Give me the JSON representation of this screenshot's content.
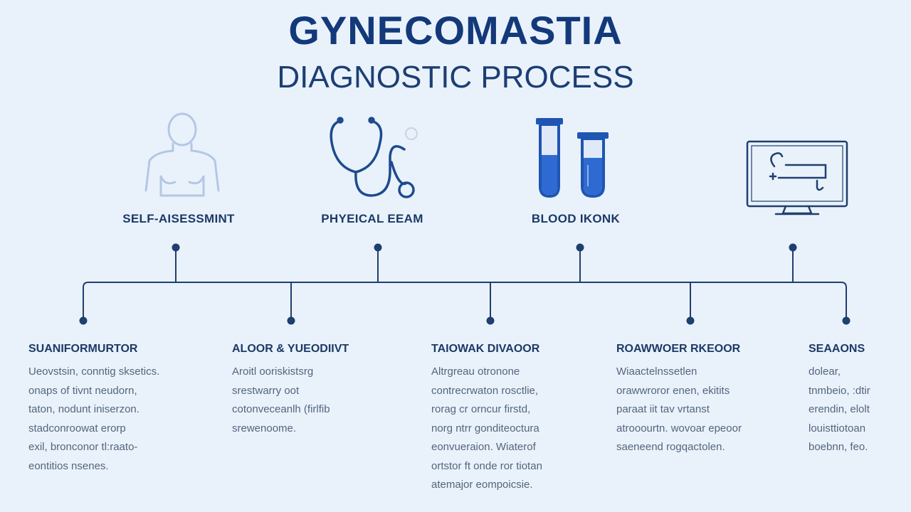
{
  "header": {
    "title": "GYNECOMASTIA",
    "subtitle": "DIAGNOSTIC PROCESS"
  },
  "top_steps": [
    {
      "label": "SELF-AISESSMINT",
      "icon": "torso-icon"
    },
    {
      "label": "PHYEICAL EEAM",
      "icon": "stethoscope-icon"
    },
    {
      "label": "BLOOD IKONK",
      "icon": "test-tubes-icon"
    },
    {
      "label": "",
      "icon": "monitor-icon"
    }
  ],
  "bottom_steps": [
    {
      "title": "SUANIFORMURTOR",
      "lines": [
        "Ueovstsin, conntig sksetics.",
        "onaps of tivnt neudorn,",
        "taton, nodunt iniserzon.",
        "stadconroowat erorp",
        "exil, bronconor tl:raato-",
        "eontitios nsenes."
      ]
    },
    {
      "title": "ALOOR & YUEODIIVT",
      "lines": [
        "Aroitl ooriskistsrg",
        "srestwarry oot",
        "cotonveceanlh (firlfib",
        "srewenoome."
      ]
    },
    {
      "title": "TAIOWAK DIVAOOR",
      "lines": [
        "Altrgreau otronone",
        "contrecrwaton rosctlie,",
        "rorag cr orncur firstd,",
        "norg ntrr gonditeoctura",
        "eonvueraion. Wiaterof",
        "ortstor ft onde ror tiotan",
        "atemajor eompoicsie."
      ]
    },
    {
      "title": "ROAWWOER RKEOOR",
      "lines": [
        "Wiaactelnssetlen",
        "orawwroror enen, ekitits",
        "paraat iit tav vrtanst",
        "atrooourtn. wovoar epeoor",
        "saeneend  rogqactolen."
      ]
    },
    {
      "title": "SEAAONS",
      "lines": [
        "dolear,",
        "tnmbeio, :dtir",
        "erendin, elolt",
        "louisttiotoan",
        "boebnn, feo."
      ]
    }
  ],
  "colors": {
    "background": "#e9f2fb",
    "navy": "#1f3f6e",
    "accent_blue": "#2f6fd0"
  }
}
